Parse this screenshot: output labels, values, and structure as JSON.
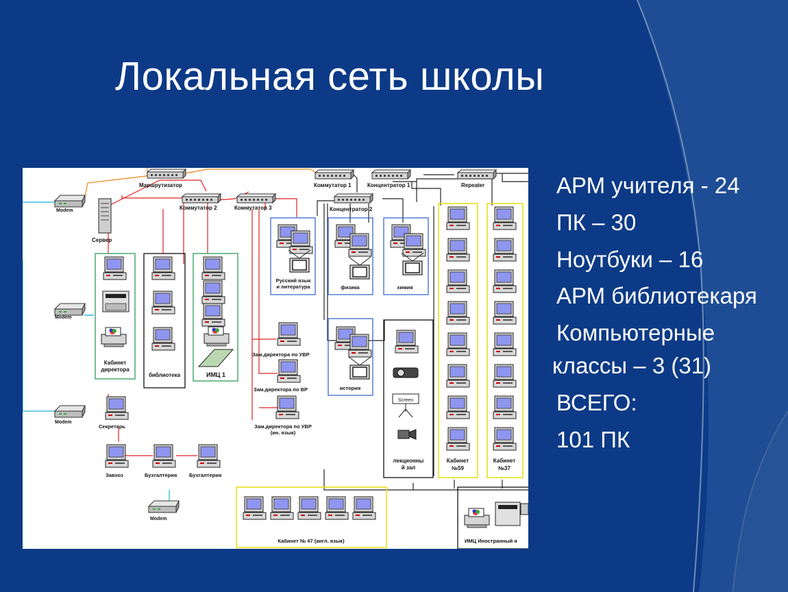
{
  "slide": {
    "title": "Локальная сеть школы",
    "stats": [
      "АРМ учителя -  24",
      "ПК – 30",
      "Ноутбуки – 16",
      "АРМ библиотекаря",
      "Компьютерные",
      "классы – 3 (31)",
      "ВСЕГО:",
      "101 ПК"
    ]
  },
  "diagram": {
    "devices": {
      "router": "Маршрутизатор",
      "switch1": "Коммутатор 1",
      "hub1": "Концентратор 1",
      "repeater": "Repeater",
      "switch2": "Коммутатор 2",
      "switch3": "Коммутатор 3",
      "hub2": "Концентратор 2",
      "server": "Сервер",
      "modem": "Modem",
      "screen": "Screen"
    },
    "rooms": {
      "director": "Кабинет директора",
      "library": "библиотека",
      "imc1": "ИМЦ 1",
      "russian": "Русский язык и литература",
      "physics": "физика",
      "chemistry": "химия",
      "history": "история",
      "lecture": "лекционный зал",
      "cab59": "Кабинет №59",
      "cab37": "Кабинет №37",
      "cab47": "Кабинет № 47 (англ. язык)",
      "imc_foreign": "ИМЦ Иностранный я"
    },
    "staff": {
      "deputy_uvr": "Зам.директора по УВР",
      "deputy_vr": "Зам.директора по ВР",
      "deputy_uvr_foreign": "Зам.директора по УВР (ин. язык)",
      "secretary": "Секретарь",
      "supply": "Завхоз",
      "accounting": "Бухгалтерия"
    }
  }
}
